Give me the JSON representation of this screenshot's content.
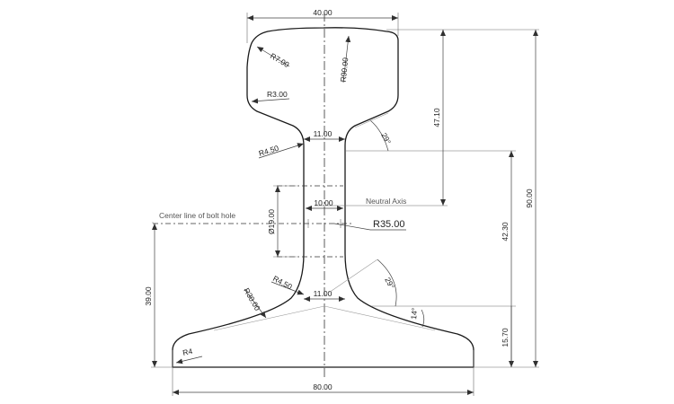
{
  "dimensions": {
    "head_width": "40.00",
    "base_width": "80.00",
    "total_height": "90.00",
    "head_to_neutral_axis": "47.10",
    "neutral_axis_to_base": "42.30",
    "base_thickness": "15.70",
    "bolt_hole_height": "39.00",
    "bolt_hole_diameter": "Ø19.00",
    "web_width_upper": "11.00",
    "web_width_lower": "11.00",
    "web_width_center": "10.00"
  },
  "radii": {
    "head_crown": "R90.00",
    "head_corner": "R7.00",
    "head_side": "R3.00",
    "upper_fillet": "R4.50",
    "lower_fillet": "R4.50",
    "web_radius": "R35.00",
    "base_fillet": "R30.00",
    "base_edge": "R4"
  },
  "angles": {
    "head_underside": "29°",
    "base_topside": "29°",
    "base_slope": "14°"
  },
  "annotations": {
    "neutral_axis": "Neutral Axis",
    "bolt_hole_centerline": "Center line of bolt hole"
  }
}
